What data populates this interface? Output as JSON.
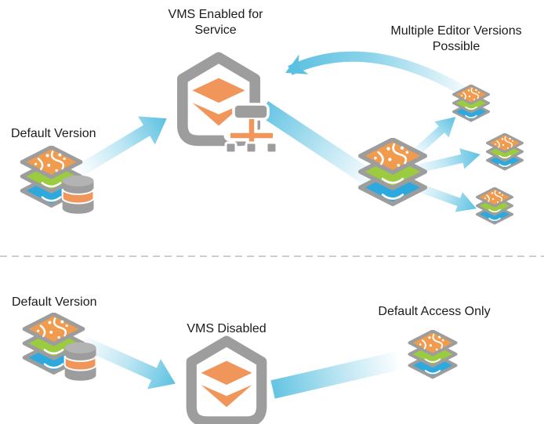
{
  "colors": {
    "arrow_blue": "#5CC1E1",
    "icon_gray": "#9D9D9D",
    "icon_gray_light": "#B3B3B3",
    "icon_orange": "#F0965B",
    "layer_orange": "#F09B4D",
    "layer_green": "#9BCB3E",
    "layer_blue": "#2EA9DE",
    "text": "#1B1B1B",
    "divider": "#CDCDCD",
    "background": "#FFFFFF"
  },
  "sections": {
    "top": {
      "default_version_label": "Default Version",
      "service_label": "VMS Enabled for\nService",
      "editors_label": "Multiple Editor Versions\nPossible"
    },
    "bottom": {
      "default_version_label": "Default Version",
      "service_label": "VMS Disabled",
      "access_label": "Default Access Only"
    }
  },
  "icons": {
    "layer_stack": "map-layer-stack-icon",
    "layer_stack_with_db": "map-layer-stack-with-geodatabase-icon",
    "service_hexagon": "service-hexagon-with-version-layers-icon",
    "version_tree": "version-tree-org-chart-icon",
    "database": "geodatabase-cylinder-icon",
    "flow_arrow": "blue-gradient-flow-arrow"
  }
}
